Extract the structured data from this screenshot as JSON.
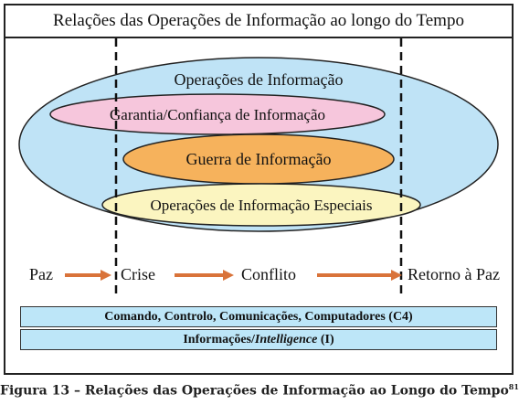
{
  "title": "Relações das Operações de Informação ao longo do Tempo",
  "ellipses": {
    "outer": {
      "label": "Operações de Informação",
      "color": "#bfe3f6"
    },
    "pink": {
      "label": "Garantia/Confiança de Informação",
      "color": "#f6c6dc"
    },
    "orange": {
      "label": "Guerra de Informação",
      "color": "#f6b25c"
    },
    "yellow": {
      "label": "Operações de Informação Especiais",
      "color": "#fbf5c0"
    }
  },
  "timeline": {
    "stages": [
      "Paz",
      "Crise",
      "Conflito",
      "Retorno à Paz"
    ],
    "arrow_color": "#d9733a"
  },
  "bars": {
    "c4": "Comando, Controlo, Comunicações, Computadores (C4)",
    "intel_prefix": "Informações/",
    "intel_italic": "Intelligence",
    "intel_suffix": " (I)"
  },
  "caption": {
    "text": "Figura 13 – Relações das Operações de Informação ao Longo do Tempo",
    "superscript": "81"
  }
}
